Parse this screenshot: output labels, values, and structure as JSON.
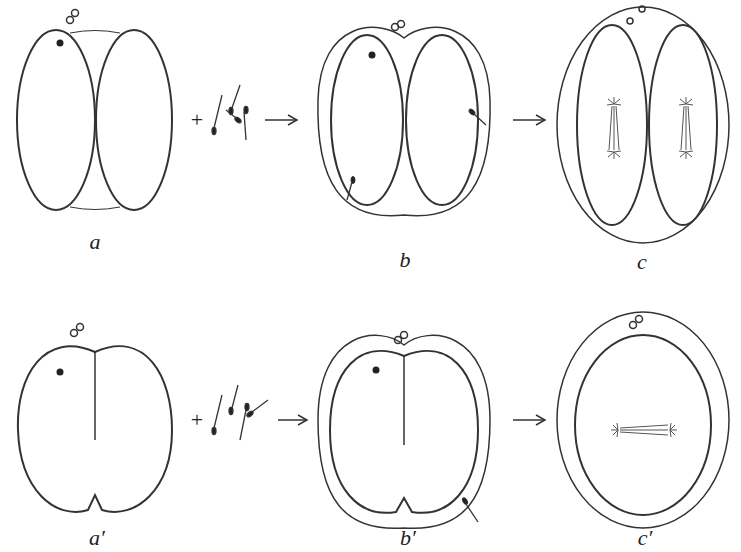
{
  "diagram": {
    "labels": [
      "a",
      "+",
      "b",
      "c",
      "a′",
      "+",
      "b′",
      "c′"
    ]
  }
}
